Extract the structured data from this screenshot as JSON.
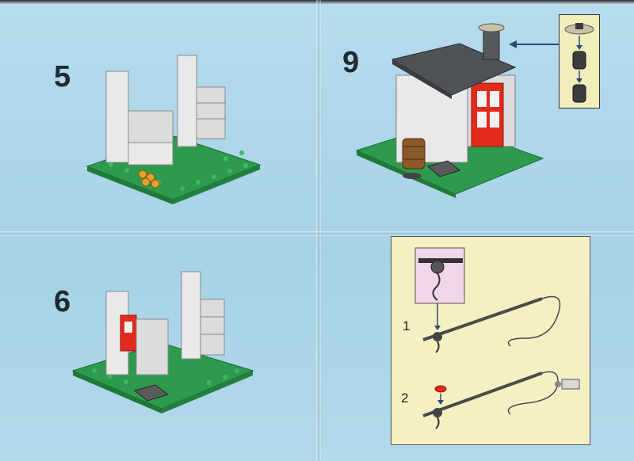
{
  "steps": [
    {
      "id": "step-5",
      "number": "5"
    },
    {
      "id": "step-9",
      "number": "9"
    },
    {
      "id": "step-6",
      "number": "6"
    }
  ],
  "fishing_rod_panel": {
    "substeps": [
      "1",
      "2"
    ]
  },
  "colors": {
    "background": "#a9d3e4",
    "baseplate": "#2e9a4e",
    "brick_white": "#e9e9e9",
    "roof_dark_gray": "#4f5256",
    "door_red": "#e32b1c",
    "callout_bg": "#f2eebb",
    "coin_gold": "#e4a32c",
    "barrel_brown": "#8a5a2b"
  }
}
